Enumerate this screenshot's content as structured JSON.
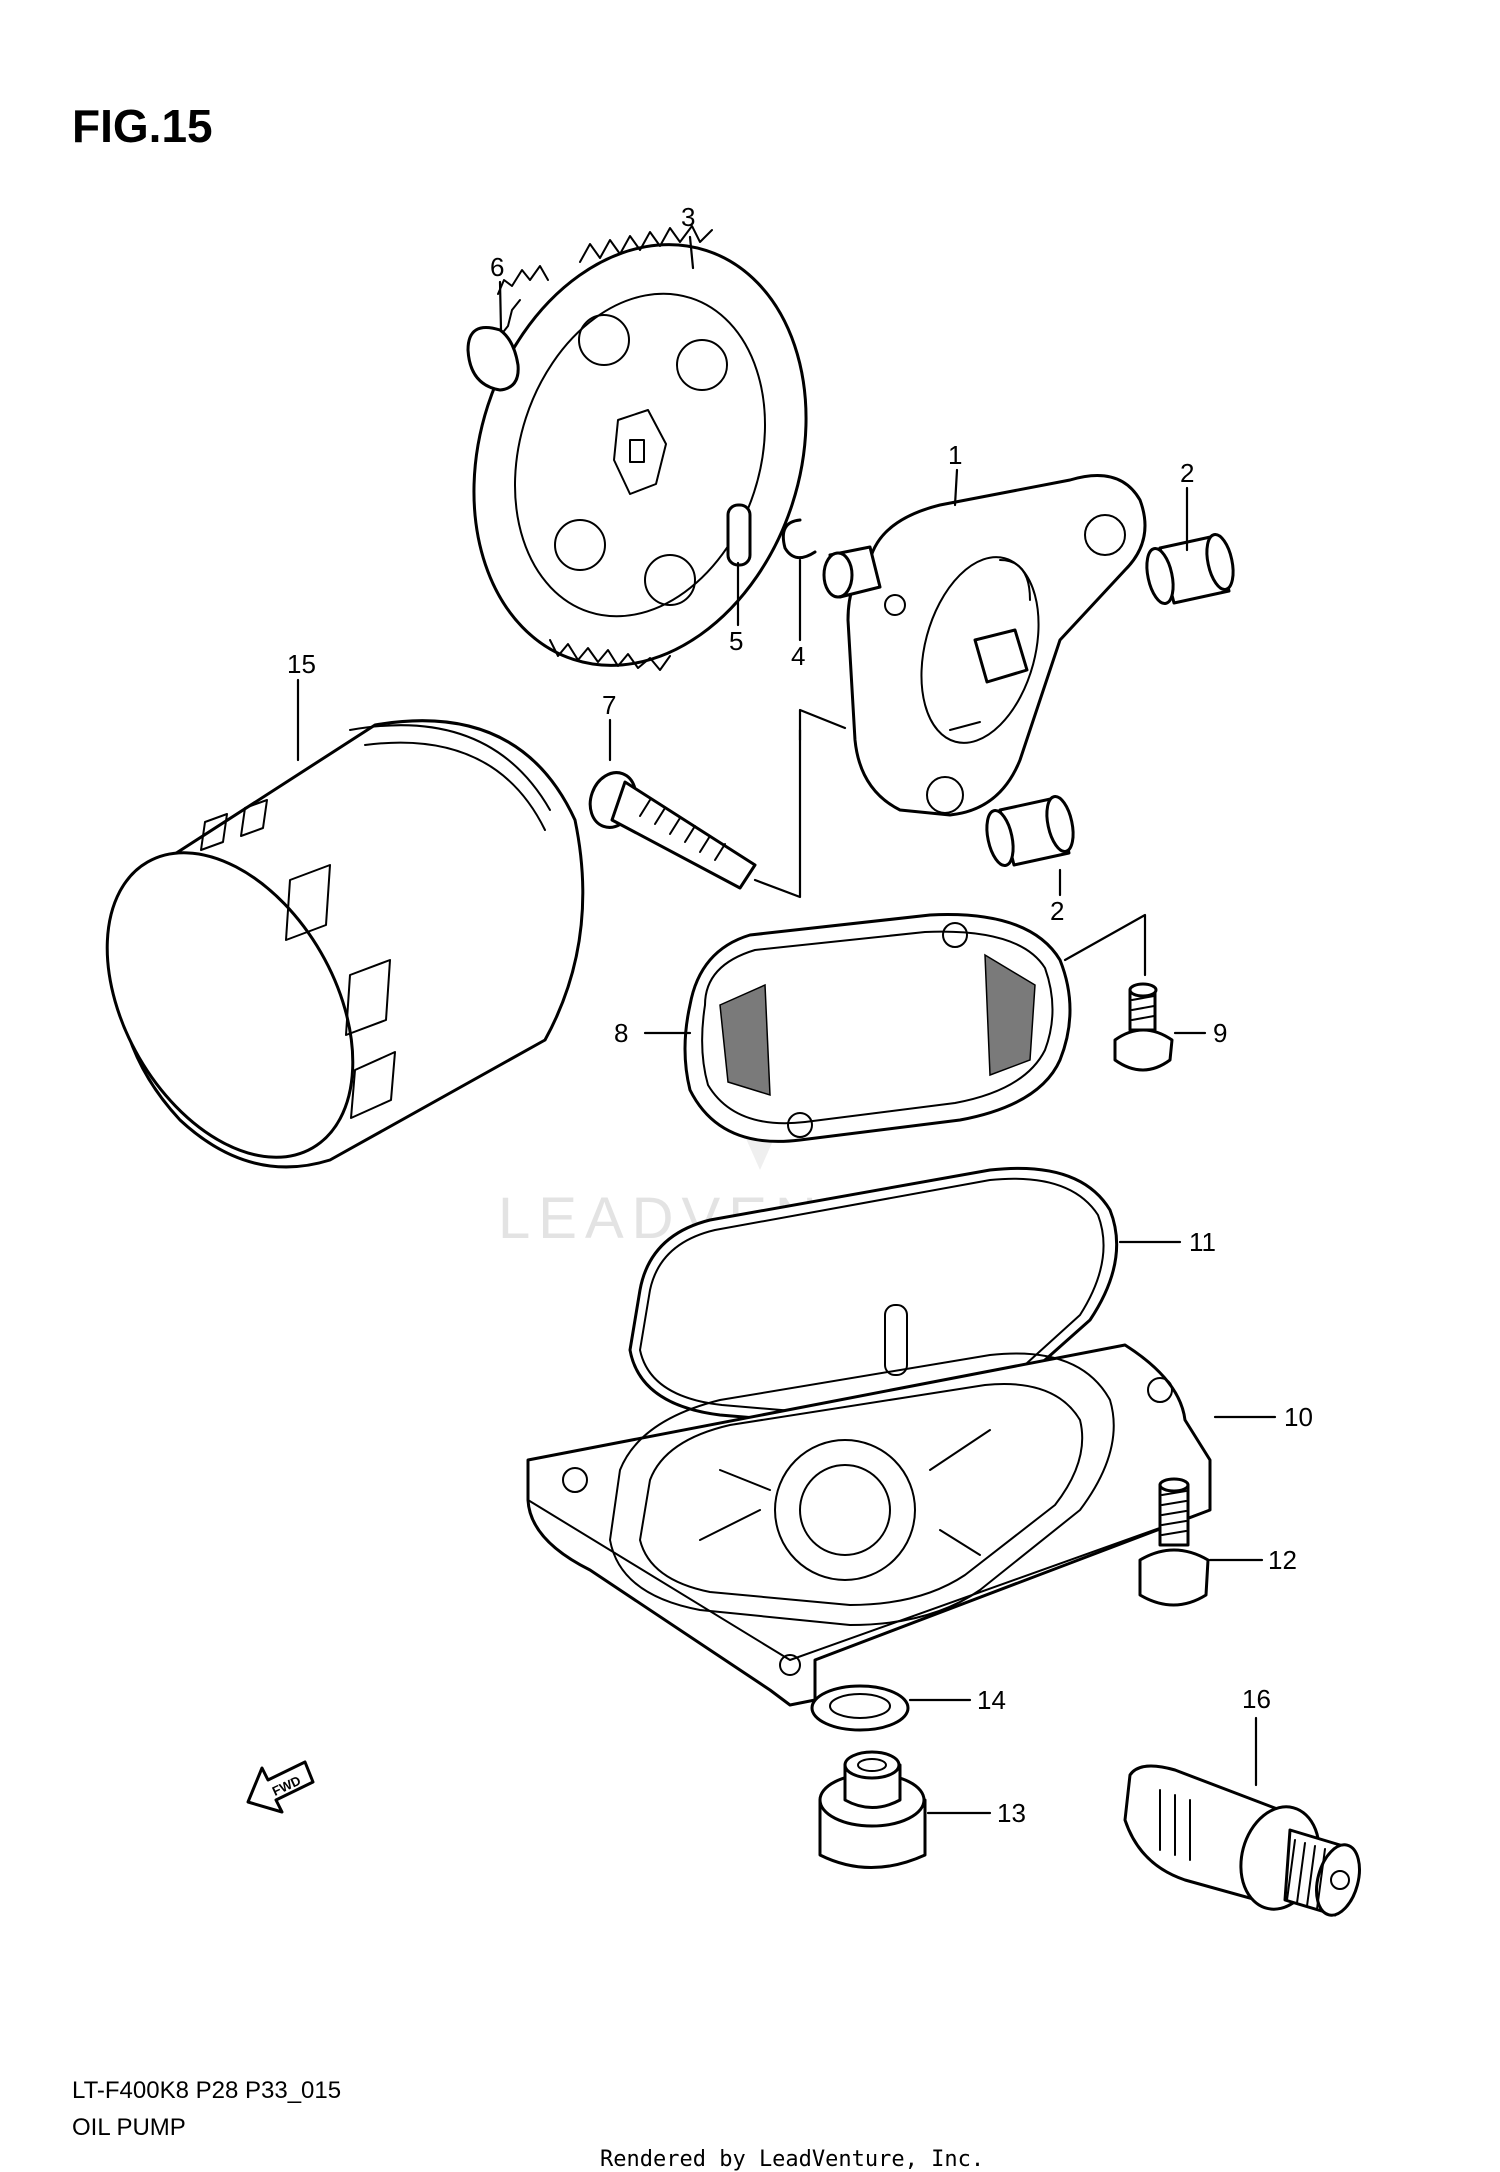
{
  "figure": {
    "title": "FIG.15"
  },
  "callouts": {
    "c1": "1",
    "c2a": "2",
    "c2b": "2",
    "c3": "3",
    "c4": "4",
    "c5": "5",
    "c6": "6",
    "c7": "7",
    "c8": "8",
    "c9": "9",
    "c10": "10",
    "c11": "11",
    "c12": "12",
    "c13": "13",
    "c14": "14",
    "c15": "15",
    "c16": "16"
  },
  "fwd_label": "FWD",
  "watermark": "LEADVENTURE",
  "footer": {
    "model_code": "LT-F400K8 P28 P33_015",
    "section_name": "OIL PUMP",
    "rendered_by": "Rendered by LeadVenture, Inc."
  }
}
